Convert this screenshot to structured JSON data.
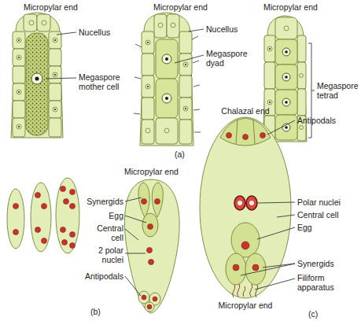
{
  "diagram": {
    "labels": [
      "Micropylar end",
      "Nucellus",
      "Megaspore mother cell",
      "Micropylar end",
      "Nucellus",
      "Megaspore dyad",
      "Micropylar end",
      "Megaspore tetrad",
      "(a)",
      "Micropylar end",
      "Synergids",
      "Egg",
      "Central cell",
      "2 polar nuclei",
      "Antipodals",
      "(b)",
      "Chalazal end",
      "Antipodals",
      "Polar nuclei",
      "Central cell",
      "Egg",
      "Synergids",
      "Filiform apparatus",
      "Micropylar end",
      "(c)"
    ]
  }
}
